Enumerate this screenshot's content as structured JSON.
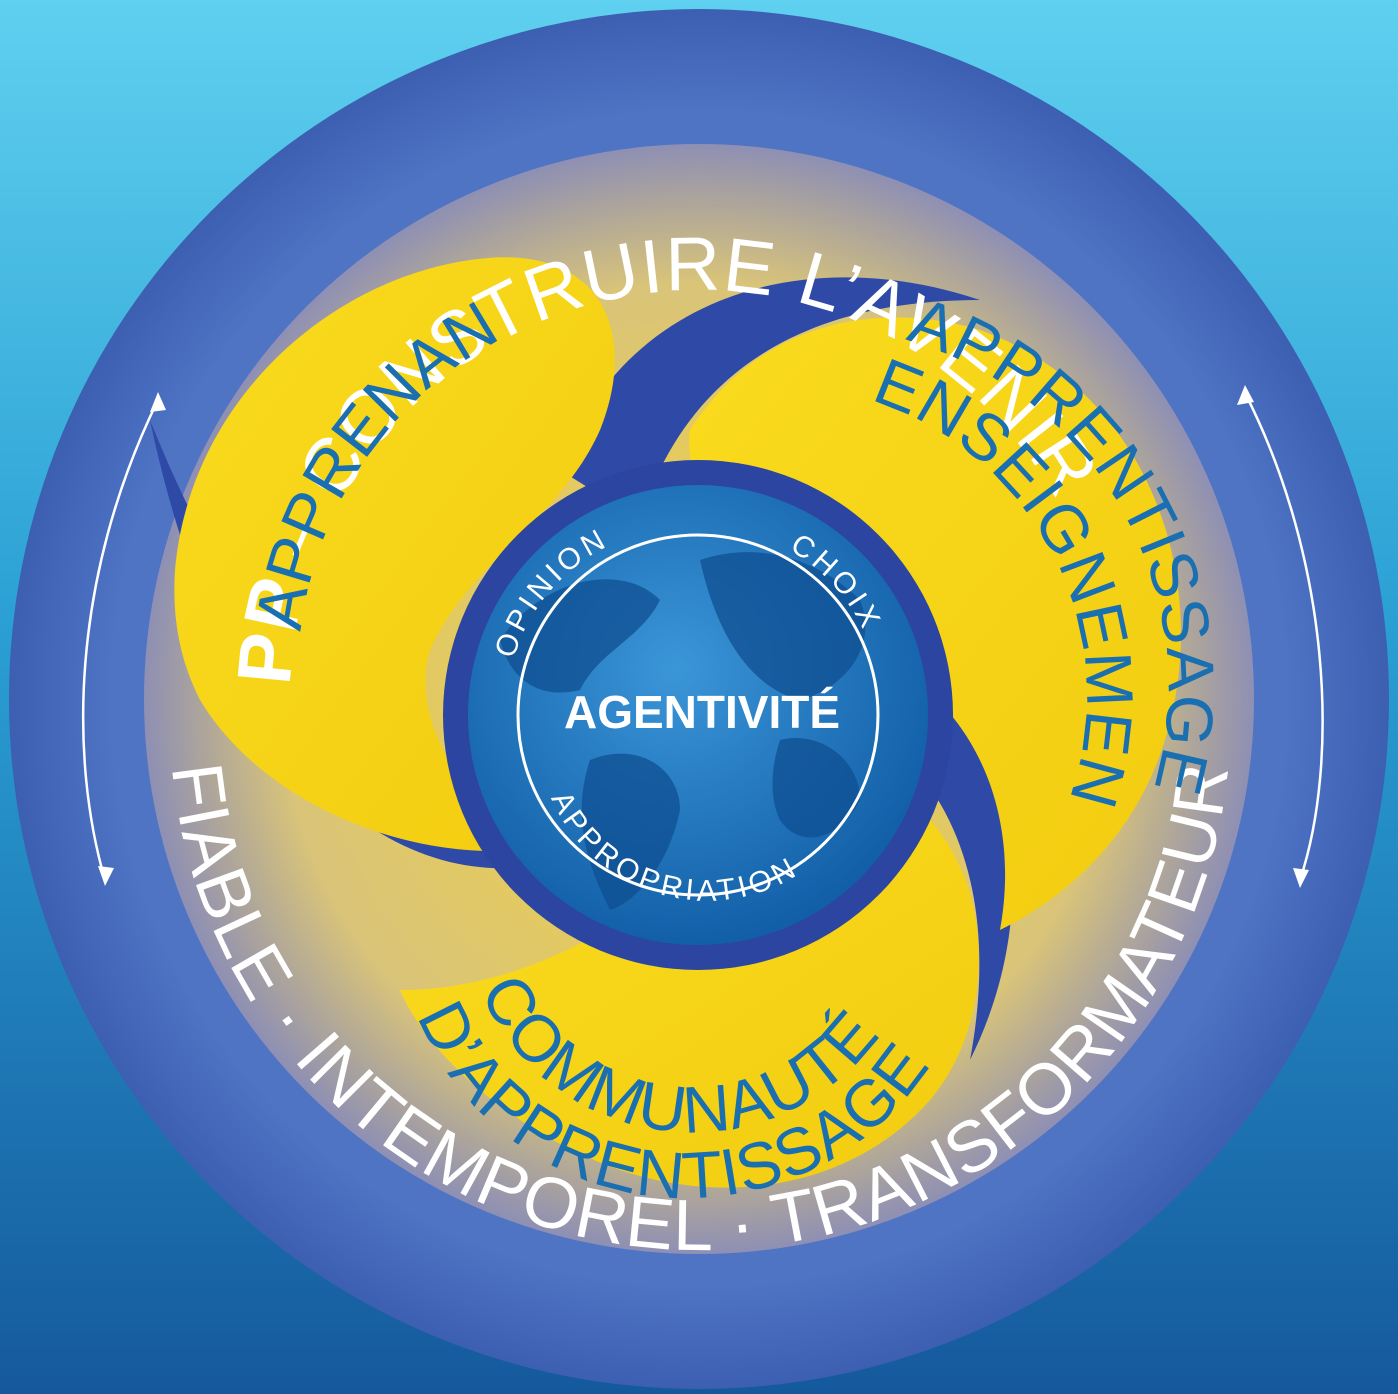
{
  "outer_ring": {
    "top_prefix": "PP",
    "top_text": " – CONSTRUIRE L’AVENIR",
    "bottom_text": "FIABLE · INTEMPOREL · TRANSFORMATEUR"
  },
  "petals": {
    "top_left": "APPRENANT",
    "right_line1": "APPRENTISSAGE ET",
    "right_line2": "ENSEIGNEMENT",
    "bottom_line1": "COMMUNAUTÉ",
    "bottom_line2": "D’APPRENTISSAGE"
  },
  "globe": {
    "center_title": "AGENTIVITÉ",
    "opinion": "OPINION",
    "choix": "CHOIX",
    "appropriation": "APPROPRIATION"
  },
  "colors": {
    "outer_ring": "#4f74c4",
    "ring_edge": "#3b5cb0",
    "petal_yellow": "#f6d21a",
    "swirl_blue": "#2f4aa6",
    "globe_blue": "#1d74c0",
    "petal_text": "#1a6fb0"
  }
}
